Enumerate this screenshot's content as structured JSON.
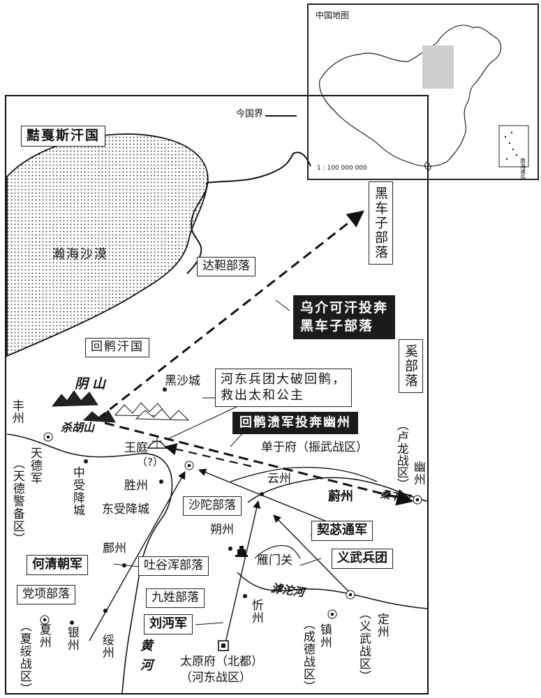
{
  "inset": {
    "title": "中国地图",
    "scale": "1 : 100 000 000",
    "south_sea_label": "南海诸岛"
  },
  "legend": {
    "border_label": "今国界"
  },
  "labels": {
    "xiajiasi": "黠戛斯汗国",
    "hanhai": "瀚海沙漠",
    "dada": "达靼部落",
    "huihu": "回鹘汗国",
    "heichezi_v": "黑车子部落",
    "xi_v": "奚部落",
    "yinshan": "阴山",
    "heishacheng": "黑沙城",
    "shahushan": "杀胡山",
    "fengzhou": "丰州",
    "tiandejun": "天德军",
    "tiande_zone": "（天德警备区）",
    "zhongshou": "中受降城",
    "wangting": "王庭",
    "wangting_q": "（?）",
    "shengzhou": "胜州",
    "dongshou": "东受降城",
    "shanyu": "单于府（振武战区）",
    "yunzhou": "云州",
    "weizhou": "蔚州",
    "shatuo": "沙陀部落",
    "shuozhou": "朔州",
    "fuzhou": "鄜州",
    "tuguhun": "吐谷浑部落",
    "yanmen": "雁门关",
    "dangxiang": "党项部落",
    "jiuxing": "九姓部落",
    "hutuo": "滹沱河",
    "xinzhou": "忻州",
    "xiazhou": "夏州",
    "xiasui_zone": "（夏绥战区）",
    "yinzhou": "银州",
    "suizhou": "绥州",
    "huanghe": "黄河",
    "taiyuan": "太原府（北都）",
    "hedong_zone": "（河东战区）",
    "zhenzhou": "镇州",
    "chengde_zone": "（成德战区）",
    "dingzhou": "定州",
    "yiwu_zone": "（义武战区）",
    "lulong_zone": "（卢龙战区）",
    "youzhou": "幽州",
    "sangganhe": "桑干河"
  },
  "callouts": {
    "hedong_rescue_1": "河东兵团大破回鹘，",
    "hedong_rescue_2": "救出太和公主",
    "huihu_flee": "回鹘溃军投奔幽州",
    "wujie_line1": "乌介可汗投奔",
    "wujie_line2": "黑车子部落",
    "qibi": "契苾通军",
    "yiwu": "义武兵团",
    "heqingchao": "何清朝军",
    "liumian": "刘沔军"
  }
}
